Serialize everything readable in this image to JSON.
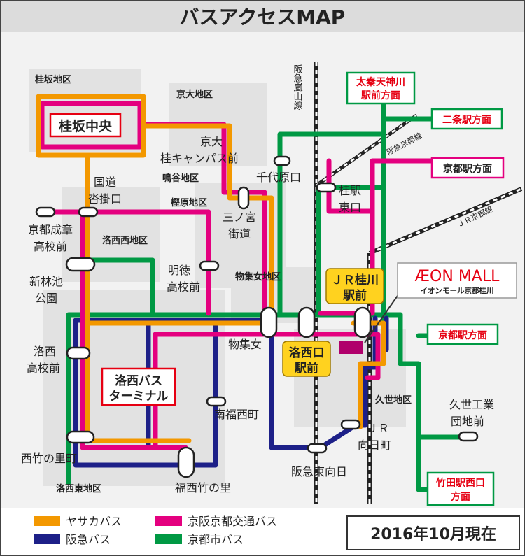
{
  "title": "バスアクセスMAP",
  "date_stamp": "2016年10月現在",
  "districts": {
    "katsurazaka": "桂坂地区",
    "kyodai": "京大地区",
    "shigitani": "鳴谷地区",
    "kashihara": "樫原地区",
    "rakusei_west": "洛西西地区",
    "mozumezome": "物集女地区",
    "kuze": "久世地区",
    "rakusei_east": "洛西東地区"
  },
  "rail": {
    "hankyu_arashiyama": "阪急嵐山線",
    "hankyu_kyoto": "阪急京都線",
    "jr_kyoto": "ＪＲ京都線"
  },
  "hubs": {
    "katsurazaka_chuo": "桂坂中央",
    "rakusei_terminal_1": "洛西バス",
    "rakusei_terminal_2": "ターミナル",
    "jr_katsuragawa_1": "ＪＲ桂川",
    "jr_katsuragawa_2": "駅前",
    "rakusaiguchi_1": "洛西口",
    "rakusaiguchi_2": "駅前"
  },
  "destinations": {
    "uzumasa_1": "太秦天神川",
    "uzumasa_2": "駅前方面",
    "nijo": "二条駅方面",
    "kyoto_upper": "京都駅方面",
    "kyoto_right": "京都駅方面",
    "takeda_1": "竹田駅西口",
    "takeda_2": "方面"
  },
  "stops": {
    "kyodai_1": "京大",
    "kyodai_2": "桂キャンパス前",
    "kokudo_1": "国道",
    "kokudo_2": "沓掛口",
    "sannomiya_1": "三ノ宮",
    "sannomiya_2": "街道",
    "chishiro": "千代原口",
    "katsura_1": "桂駅",
    "katsura_2": "東口",
    "seisho_1": "京都成章",
    "seisho_2": "高校前",
    "shinrin_1": "新林池",
    "shinrin_2": "公園",
    "meitoku_1": "明徳",
    "meitoku_2": "高校前",
    "rakusei_hs_1": "洛西",
    "rakusei_hs_2": "高校前",
    "mozume": "物集女",
    "minami_fukunishi": "南福西町",
    "nishitakenosato": "西竹の里町",
    "fukunishitakenosato": "福西竹の里",
    "hankyu_higashimuko": "阪急東向日",
    "jr_mukomachi_1": "ＪＲ",
    "jr_mukomachi_2": "向日町",
    "kuze_kogyo_1": "久世工業",
    "kuze_kogyo_2": "団地前"
  },
  "aeon": {
    "logo": "ÆON MALL",
    "sub": "イオンモール京都桂川"
  },
  "legend": [
    {
      "label": "ヤサカバス",
      "color": "#f39800"
    },
    {
      "label": "京阪京都交通バス",
      "color": "#e4007f"
    },
    {
      "label": "阪急バス",
      "color": "#1d2088"
    },
    {
      "label": "京都市バス",
      "color": "#009944"
    }
  ],
  "colors": {
    "yasaka": "#f39800",
    "keihan": "#e4007f",
    "hankyu": "#1d2088",
    "city": "#009944",
    "hub_yellow": "#ffd21f",
    "aeon_magenta": "#b0006b",
    "aeon_red": "#e60012"
  }
}
